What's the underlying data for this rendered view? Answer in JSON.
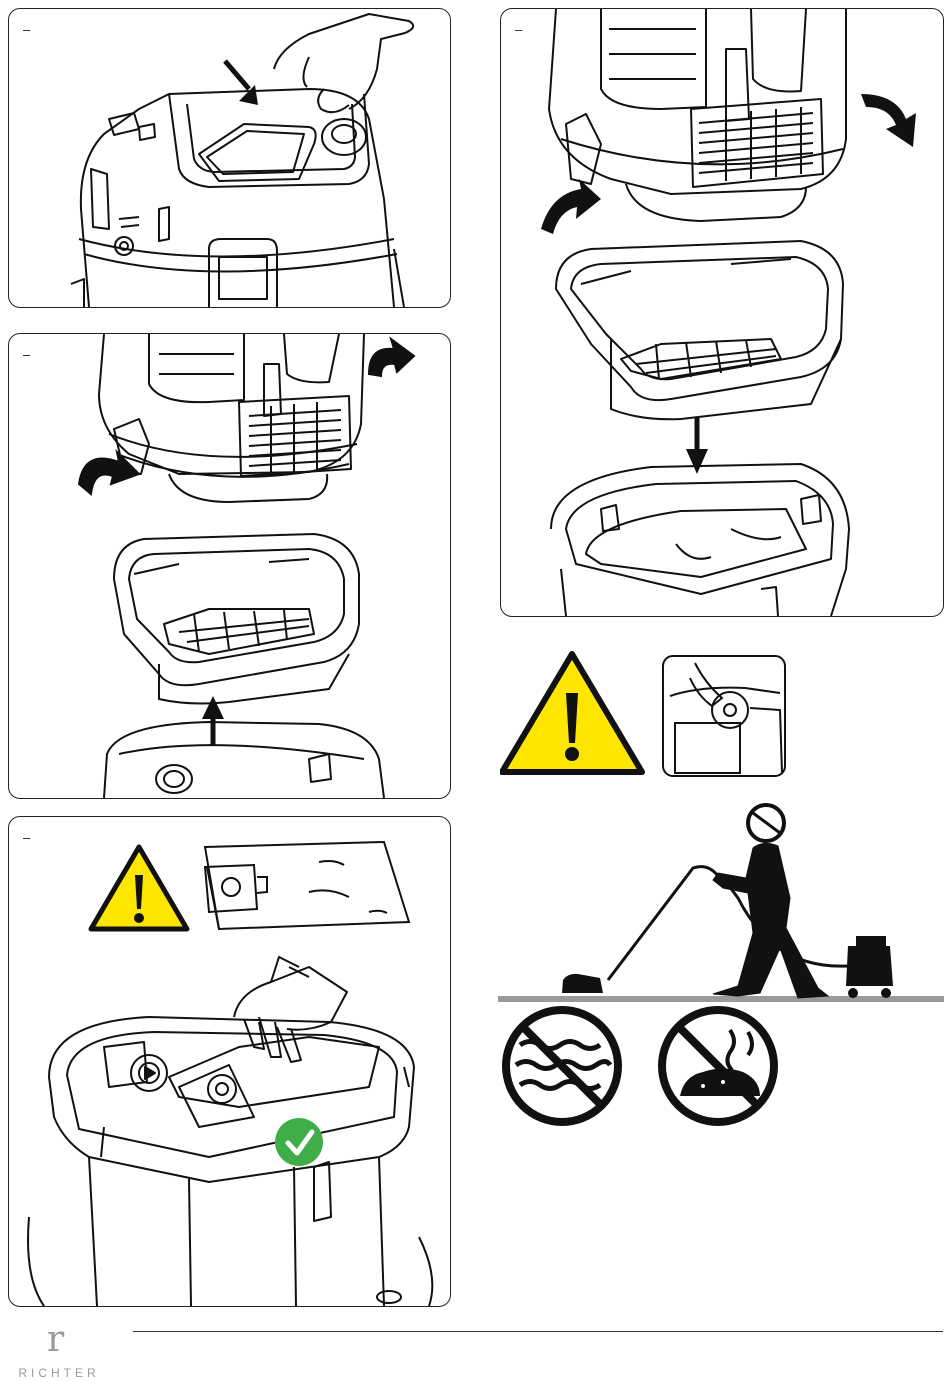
{
  "panels": [
    {
      "id": "step-1",
      "mark": "–",
      "content": "insert-filter-cassette"
    },
    {
      "id": "step-2",
      "mark": "–",
      "content": "open-clips-lift-head"
    },
    {
      "id": "step-3",
      "mark": "–",
      "content": "remove-head-and-cassette"
    },
    {
      "id": "step-4",
      "mark": "–",
      "content": "insert-dust-bag"
    }
  ],
  "icons": {
    "warning_color": "#ffe600",
    "check_color": "#3fae49",
    "prohibition_color": "#111111"
  },
  "brand": {
    "mark": "r",
    "name": "RICHTER"
  }
}
